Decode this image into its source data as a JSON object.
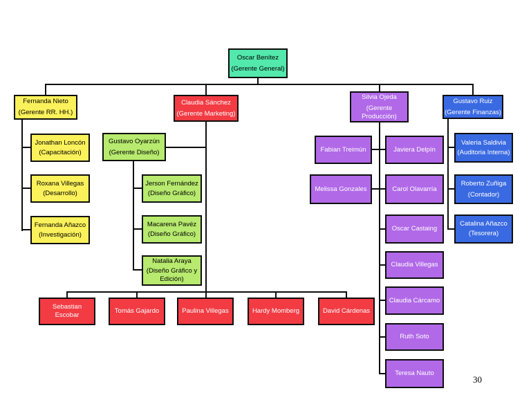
{
  "page_number": "30",
  "colors": {
    "gerente_general": "#53E8AC",
    "rrhh": "#FBF15A",
    "marketing": "#F23B43",
    "diseno": "#B7EA6E",
    "produccion": "#B169E8",
    "finanzas": "#3A6AE2",
    "connector": "#0d0d0d",
    "background": "#ffffff"
  },
  "org": {
    "root": {
      "name": "Oscar Benítez",
      "role": "(Gerente General)"
    },
    "rrhh": {
      "manager": {
        "name": "Fernanda Nieto",
        "role": "(Gerente RR. HH.)"
      },
      "members": [
        {
          "name": "Jonathan Loncón",
          "role": "(Capacitación)"
        },
        {
          "name": "Roxana Villegas",
          "role": "(Desarrollo)"
        },
        {
          "name": "Fernanda Añazco",
          "role": "(Investigación)"
        }
      ]
    },
    "marketing": {
      "manager": {
        "name": "Claudia Sánchez",
        "role": "(Gerente Marketing)"
      },
      "design_manager": {
        "name": "Gustavo Oyarzún",
        "role": "(Gerente Diseño)"
      },
      "design_members": [
        {
          "name": "Jerson Fernández",
          "role": "(Diseño Gráfico)"
        },
        {
          "name": "Macarena Pavéz",
          "role": "(Diseño Gráfico)"
        },
        {
          "name": "Natalia Araya",
          "role": "(Diseño Gráfico y Edición)"
        }
      ],
      "members": [
        "Sebastian Escobar",
        "Tomás Gajardo",
        "Paulina Villegas",
        "Hardy Momberg",
        "David Cárdenas"
      ]
    },
    "produccion": {
      "manager": {
        "name": "Silvia Ojeda",
        "role": "(Gerente Producción)"
      },
      "members_left": [
        "Fabian Treimún",
        "Melissa Gonzales"
      ],
      "members_right": [
        "Javiera Delpín",
        "Carol Olavarría",
        "Oscar Castaing",
        "Claudia Villegas",
        "Claudia Cárcamo",
        "Ruth Soto",
        "Teresa Nauto"
      ]
    },
    "finanzas": {
      "manager": {
        "name": "Gustavo Ruiz",
        "role": "(Gerente Finanzas)"
      },
      "members": [
        {
          "name": "Valeria Saldivia",
          "role": "(Auditoria Interna)"
        },
        {
          "name": "Roberto Zuñiga",
          "role": "(Contador)"
        },
        {
          "name": "Catalina Añazco",
          "role": "(Tesorera)"
        }
      ]
    }
  }
}
